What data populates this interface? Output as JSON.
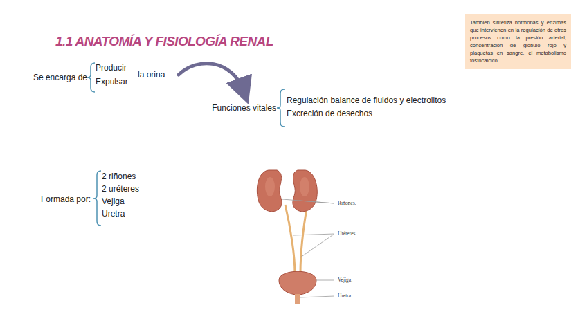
{
  "diagram": {
    "title": "1.1 ANATOMÍA Y FISIOLOGÍA RENAL",
    "nodes": [
      {
        "text": [
          "También sintetiza hormonas y enzimas que intervienen en la regulación de otros procesos como la presión arterial, concentración de glóbulo rojo y plaquetas en sangre, el metabolismo fosfocálcico."
        ]
      }
    ],
    "labels": [
      "Se encarga de",
      "Producir",
      "Expulsar",
      "la orina",
      "Funciones vitales",
      "Regulación balance de fluidos y electrolitos",
      "Excreción de desechos",
      "Formada por:",
      "2 riñones",
      "2 uréteres",
      "Vejiga",
      "Uretra",
      "Riñones.",
      "Uréteres.",
      "Vejiga.",
      "Uretra."
    ]
  }
}
